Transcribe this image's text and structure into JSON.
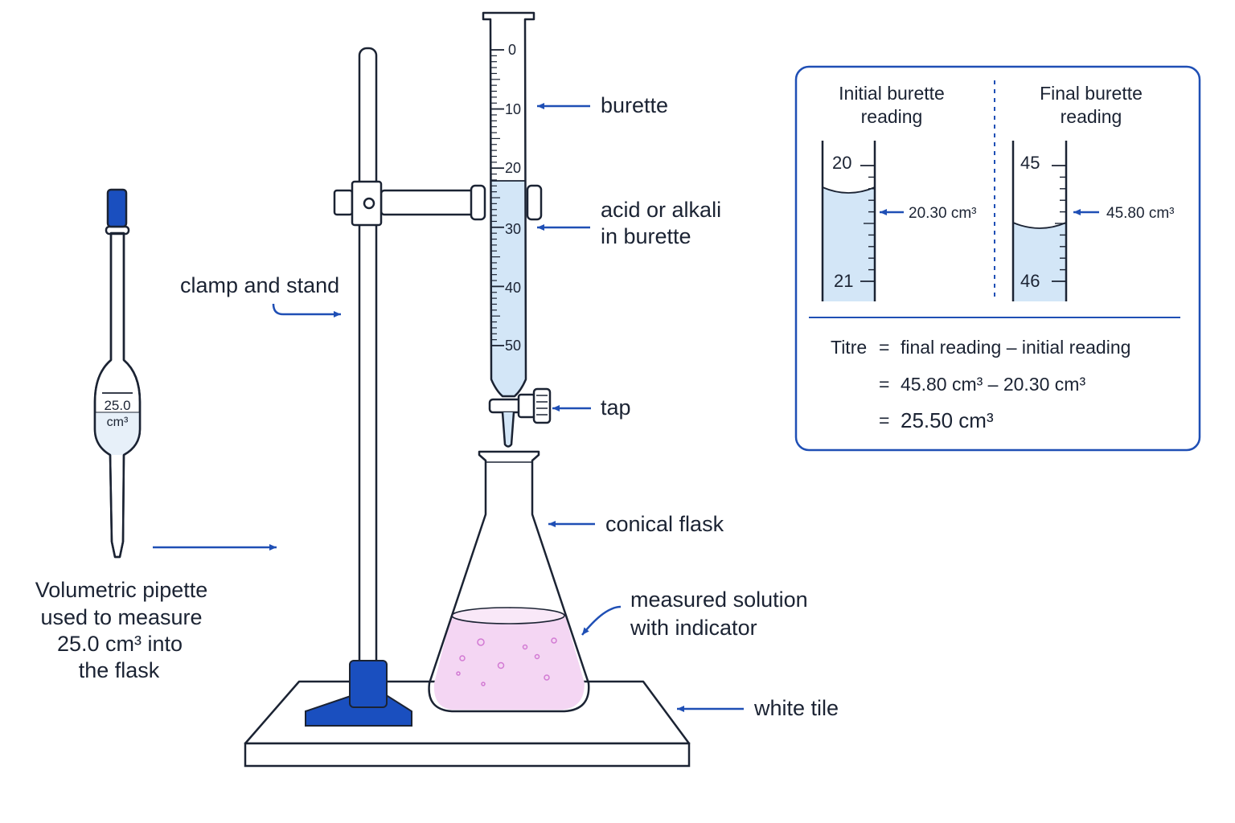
{
  "labels": {
    "burette": "burette",
    "acid_line1": "acid or alkali",
    "acid_line2": "in burette",
    "tap": "tap",
    "clamp": "clamp and stand",
    "flask": "conical flask",
    "solution_line1": "measured solution",
    "solution_line2": "with indicator",
    "tile": "white tile",
    "pipette_line1": "Volumetric pipette",
    "pipette_line2": "used to measure",
    "pipette_line3": "25.0 cm³ into",
    "pipette_line4": "the flask",
    "pipette_bulb_value": "25.0",
    "pipette_bulb_unit": "cm³"
  },
  "burette_scale": [
    "0",
    "10",
    "20",
    "30",
    "40",
    "50"
  ],
  "readings": {
    "initial": {
      "title_line1": "Initial burette",
      "title_line2": "reading",
      "top_tick": "20",
      "bottom_tick": "21",
      "value": "20.30 cm³"
    },
    "final": {
      "title_line1": "Final burette",
      "title_line2": "reading",
      "top_tick": "45",
      "bottom_tick": "46",
      "value": "45.80 cm³"
    }
  },
  "calculation": {
    "word": "Titre",
    "eq1": "=",
    "line1": "final reading – initial reading",
    "eq2": "=",
    "line2": "45.80 cm³ – 20.30 cm³",
    "eq3": "=",
    "result": "25.50 cm³"
  },
  "colors": {
    "accent": "#1f4fb5",
    "blue_part": "#1a4fbf",
    "liquid": "#d3e6f7",
    "solution": "#f4d6f3",
    "result": "#c81fc8"
  }
}
